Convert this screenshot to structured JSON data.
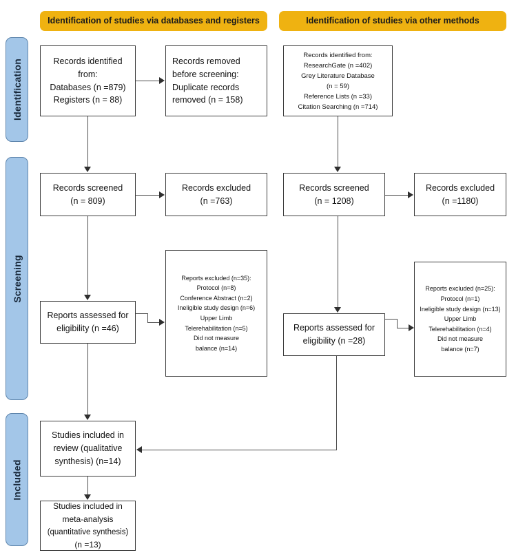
{
  "diagram": {
    "title": "PRISMA flow diagram",
    "colors": {
      "banner": "#efb211",
      "stage_bar": "#a3c6e8",
      "stage_bar_border": "#5f86ad",
      "box_border": "#3b3b3b",
      "connector": "#4a4a4a",
      "text": "#111111"
    }
  },
  "stages": [
    {
      "id": "identification",
      "label": "Identification"
    },
    {
      "id": "screening",
      "label": "Screening"
    },
    {
      "id": "included",
      "label": "Included"
    }
  ],
  "banners": [
    {
      "id": "databases-registers",
      "label": "Identification of studies via databases and registers"
    },
    {
      "id": "other-methods",
      "label": "Identification of studies via other methods"
    }
  ],
  "boxes": {
    "records_identified_db": {
      "lines": [
        "Records identified",
        "from:",
        "Databases (n =879)",
        "Registers (n = 88)"
      ]
    },
    "records_removed": {
      "lines": [
        "Records removed",
        "before screening:",
        "Duplicate records",
        "removed  (n = 158)"
      ]
    },
    "records_identified_other": {
      "lines": [
        "Records identified from:",
        "ResearchGate (n =402)",
        "Grey Literature Database",
        "(n = 59)",
        "Reference Lists (n =33)",
        "Citation Searching (n =714)"
      ]
    },
    "records_screened_db": {
      "lines": [
        "Records screened",
        "(n = 809)"
      ]
    },
    "records_excluded_db": {
      "lines": [
        "Records excluded",
        "(n =763)"
      ]
    },
    "records_screened_other": {
      "lines": [
        "Records screened",
        "(n = 1208)"
      ]
    },
    "records_excluded_other": {
      "lines": [
        "Records excluded",
        "(n =1180)"
      ]
    },
    "reports_assessed_db": {
      "lines": [
        "Reports assessed for",
        "eligibility (n =46)"
      ]
    },
    "reports_excluded_db": {
      "lines": [
        "Reports excluded (n=35):",
        "Protocol (n=8)",
        "Conference Abstract (n=2)",
        "Ineligible study design (n=6)",
        "Upper Limb",
        "Telerehabilitation (n=5)",
        "Did not measure",
        "balance (n=14)"
      ]
    },
    "reports_assessed_other": {
      "lines": [
        "Reports assessed for",
        "eligibility (n =28)"
      ]
    },
    "reports_excluded_other": {
      "lines": [
        "Reports excluded (n=25):",
        "Protocol (n=1)",
        "Ineligible study design (n=13)",
        "Upper Limb",
        "Telerehabilitation (n=4)",
        "Did not measure",
        "balance (n=7)"
      ]
    },
    "studies_included_review": {
      "lines": [
        "Studies included in",
        "review (qualitative",
        "synthesis) (n=14)"
      ]
    },
    "studies_included_meta": {
      "lines": [
        "Studies included in",
        "meta-analysis",
        "(quantitative synthesis)",
        "(n =13)"
      ]
    }
  }
}
